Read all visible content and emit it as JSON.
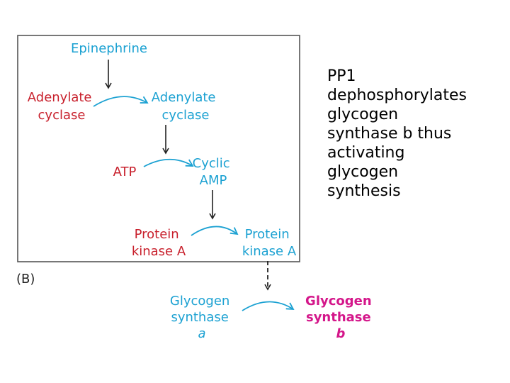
{
  "colors": {
    "red": "#c8202c",
    "blue": "#1ba1d2",
    "magenta": "#d4168a",
    "border": "#555555"
  },
  "diagram": {
    "epinephrine": "Epinephrine",
    "adenylate_inactive": [
      "Adenylate",
      "cyclase"
    ],
    "adenylate_active": [
      "Adenylate",
      "cyclase"
    ],
    "atp": "ATP",
    "camp": [
      "Cyclic",
      "AMP"
    ],
    "pka_inactive": [
      "Protein",
      "kinase A"
    ],
    "pka_active": [
      "Protein",
      "kinase A"
    ],
    "panel_label": "(B)",
    "gs_a": [
      "Glycogen",
      "synthase",
      "a"
    ],
    "gs_b": [
      "Glycogen",
      "synthase",
      "b"
    ]
  },
  "side_text": [
    "PP1",
    "dephosphorylates",
    "glycogen",
    "synthase b thus",
    "activating",
    "glycogen",
    "synthesis"
  ]
}
